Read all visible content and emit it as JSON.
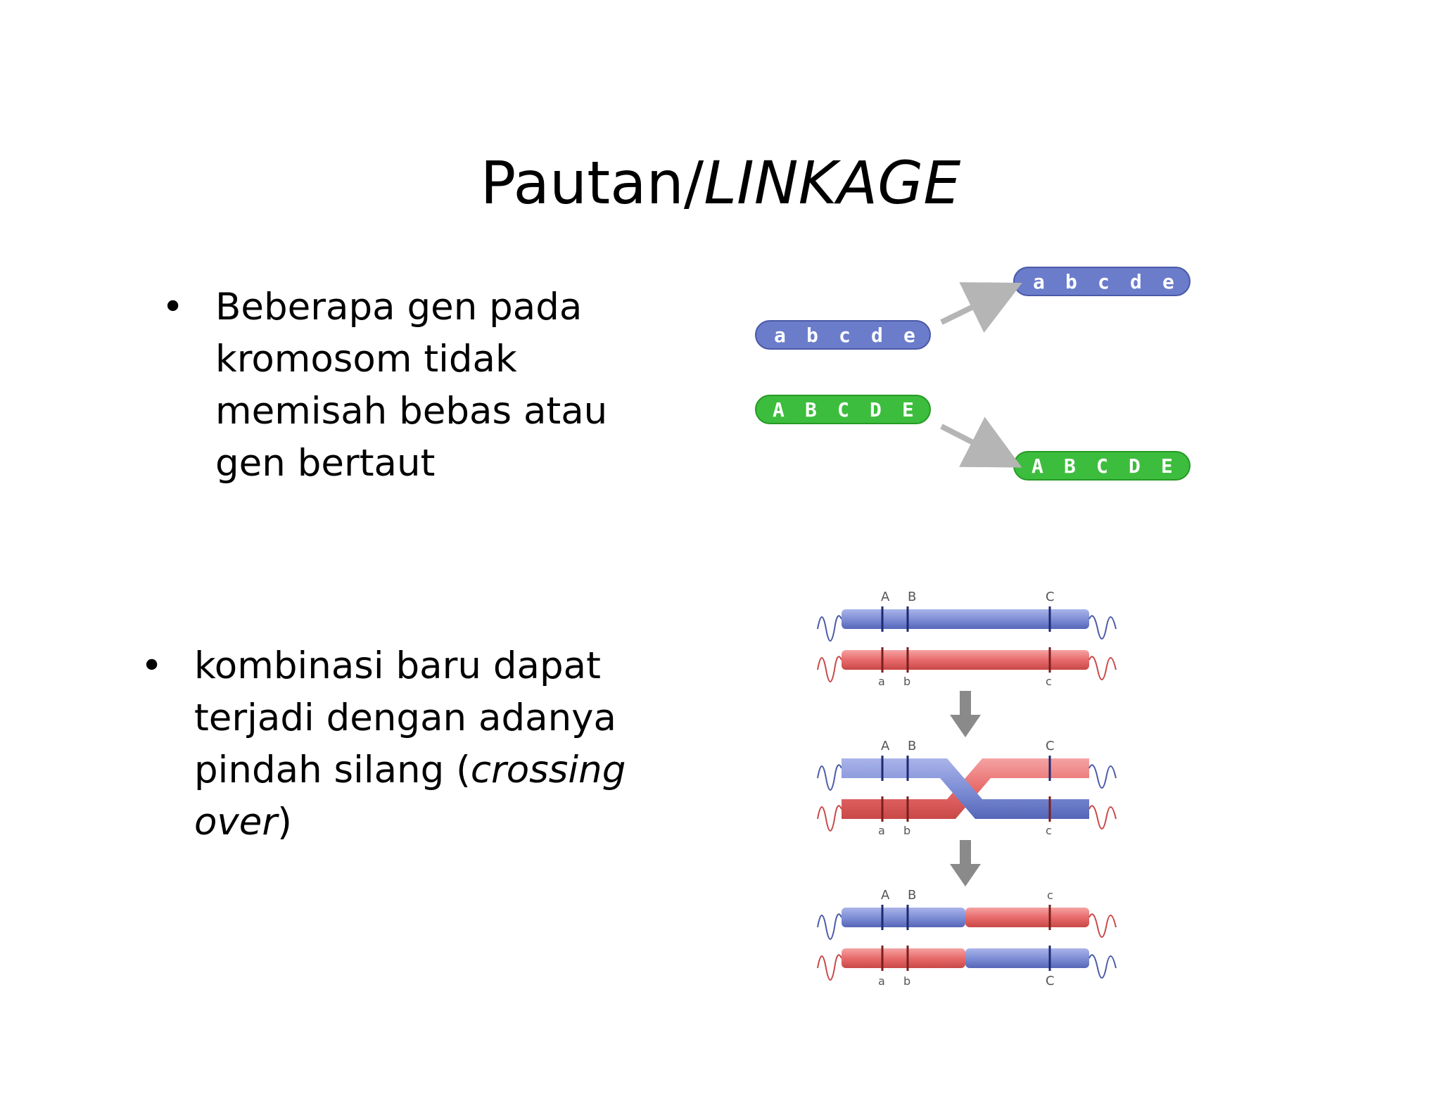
{
  "title": {
    "main": "Pautan/",
    "italic": "LINKAGE"
  },
  "bullets": [
    {
      "marker": "•",
      "text": "Beberapa gen pada kromosom tidak memisah bebas atau gen bertaut",
      "italic": "",
      "after": ""
    },
    {
      "marker": "•",
      "text": "kombinasi baru dapat terjadi dengan adanya pindah silang (",
      "italic": "crossing over",
      "after": ")"
    }
  ],
  "linkage_diagram": {
    "recessive_letters": [
      "a",
      "b",
      "c",
      "d",
      "e"
    ],
    "dominant_letters": [
      "A",
      "B",
      "C",
      "D",
      "E"
    ],
    "colors": {
      "recessive": "#6b7ccb",
      "dominant": "#3dbd3d",
      "arrow": "#b5b5b5"
    }
  },
  "crossover_diagram": {
    "top_labels": {
      "A": "A",
      "B": "B",
      "C": "C",
      "c": "c"
    },
    "bottom_labels": {
      "a": "a",
      "b": "b",
      "c": "c",
      "C": "C"
    },
    "colors": {
      "blue": "#7f8fd6",
      "red": "#e86b6b",
      "arrow": "#8a8a8a"
    }
  }
}
